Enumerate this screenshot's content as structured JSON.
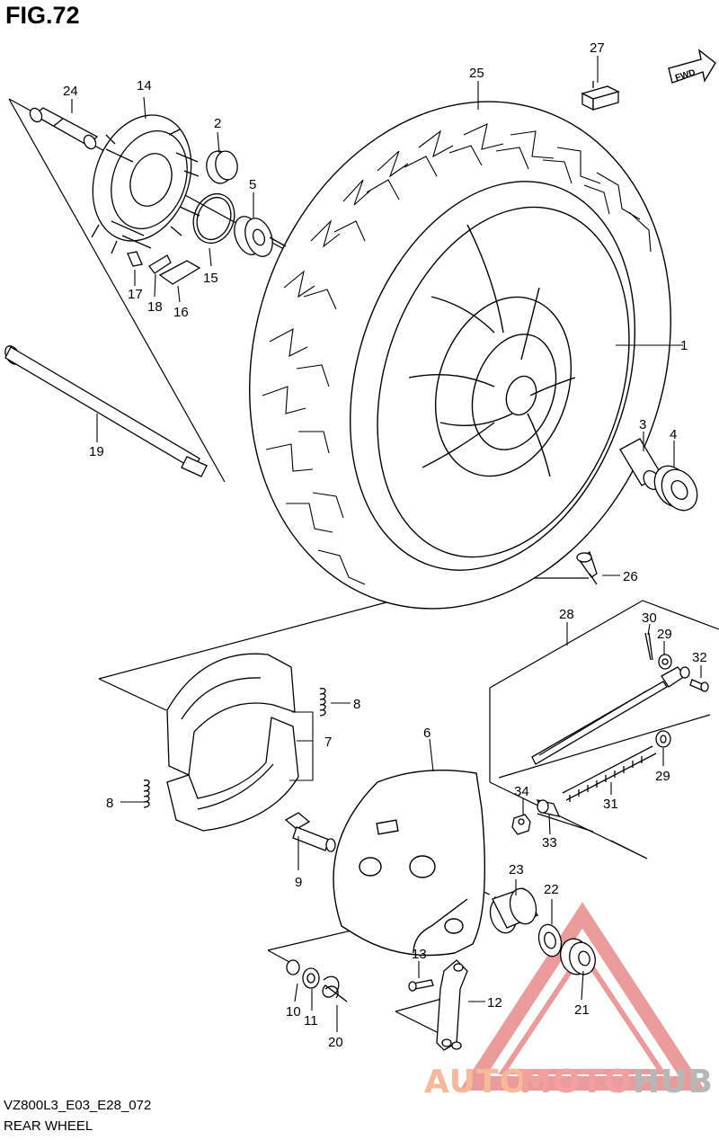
{
  "figure": {
    "title": "FIG.72",
    "model_code": "VZ800L3_E03_E28_072",
    "section_name": "REAR WHEEL",
    "fwd_label": "FWD"
  },
  "callouts": {
    "p1": "1",
    "p2": "2",
    "p3": "3",
    "p4": "4",
    "p5": "5",
    "p6": "6",
    "p7": "7",
    "p8a": "8",
    "p8b": "8",
    "p9": "9",
    "p10": "10",
    "p11": "11",
    "p12": "12",
    "p13": "13",
    "p14": "14",
    "p15": "15",
    "p16": "16",
    "p17": "17",
    "p18": "18",
    "p19": "19",
    "p20": "20",
    "p21": "21",
    "p22": "22",
    "p23": "23",
    "p24": "24",
    "p25": "25",
    "p26": "26",
    "p27": "27",
    "p28": "28",
    "p29a": "29",
    "p29b": "29",
    "p30": "30",
    "p31": "31",
    "p32": "32",
    "p33": "33",
    "p34": "34"
  },
  "watermark": {
    "part1": "AUTO",
    "part2": "MOTO",
    "part3": "HUB",
    "color_part1": "#f6b99a",
    "color_part2": "#f2a0a0",
    "color_part3": "#b7b7b7",
    "triangle_color": "#e88a8a"
  }
}
